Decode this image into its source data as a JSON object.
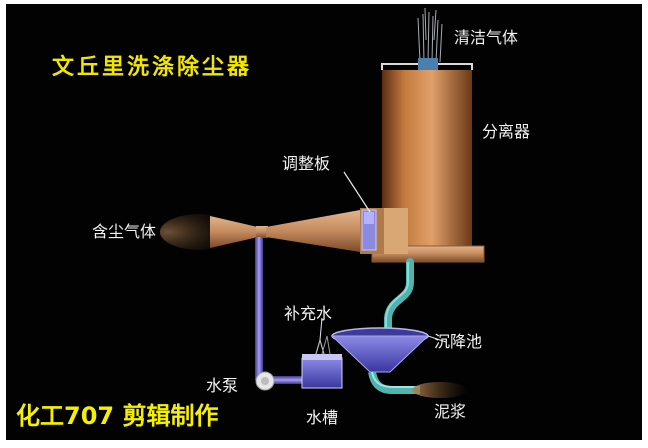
{
  "title": "文丘里洗涤除尘器",
  "labels": {
    "clean_gas": "清洁气体",
    "separator": "分离器",
    "adjust_plate": "调整板",
    "dusty_gas": "含尘气体",
    "makeup_water": "补充水",
    "settling_tank": "沉降池",
    "pump": "水泵",
    "water_tank": "水槽",
    "slurry": "泥浆"
  },
  "credit": "化工707 剪辑制作",
  "colors": {
    "background": "#020202",
    "title": "#f2e600",
    "vessel": "#b8703a",
    "pipe": "#7a6fc4",
    "water_pipe": "#4fb3b0"
  }
}
